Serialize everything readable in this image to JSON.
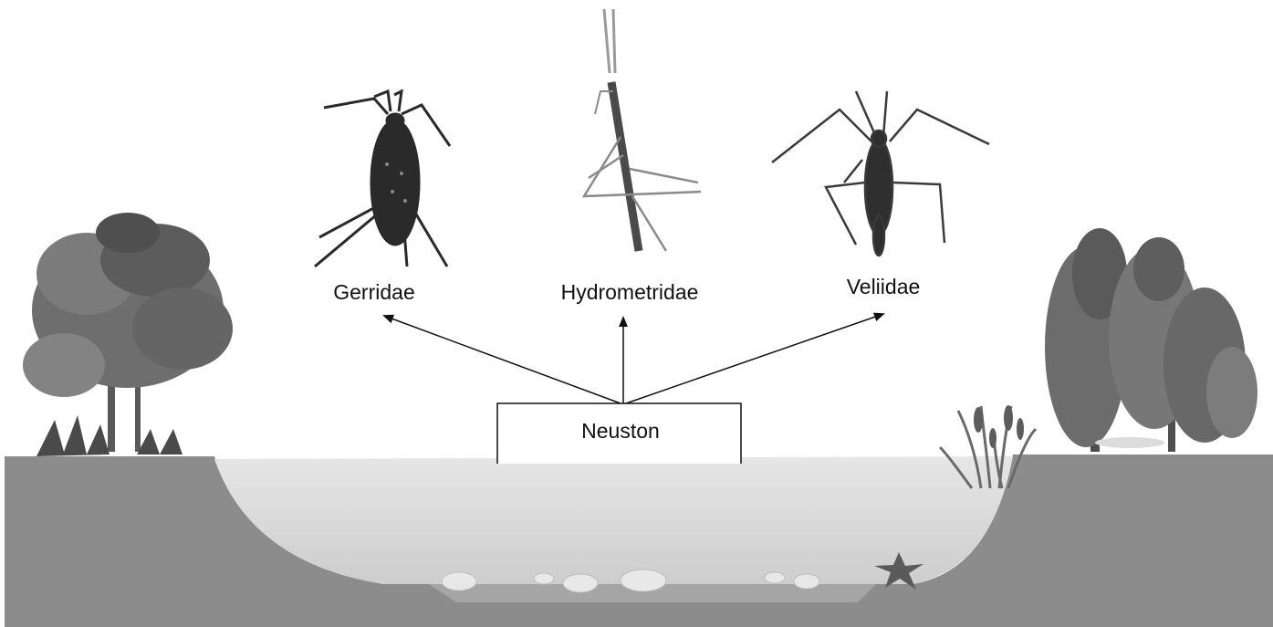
{
  "center_label": "Neuston",
  "taxa": [
    {
      "name": "Gerridae",
      "icon": "gerridae-insect-icon"
    },
    {
      "name": "Hydrometridae",
      "icon": "hydrometridae-insect-icon"
    },
    {
      "name": "Veliidae",
      "icon": "veliidae-insect-icon"
    }
  ],
  "colors": {
    "ground": "#8c8c8c",
    "water": "#dcdcdc",
    "water_deep": "#cfcfcf",
    "foliage": "#6e6e6e",
    "foliage_dark": "#4a4a4a",
    "insect": "#2a2a2a",
    "line": "#111111"
  }
}
